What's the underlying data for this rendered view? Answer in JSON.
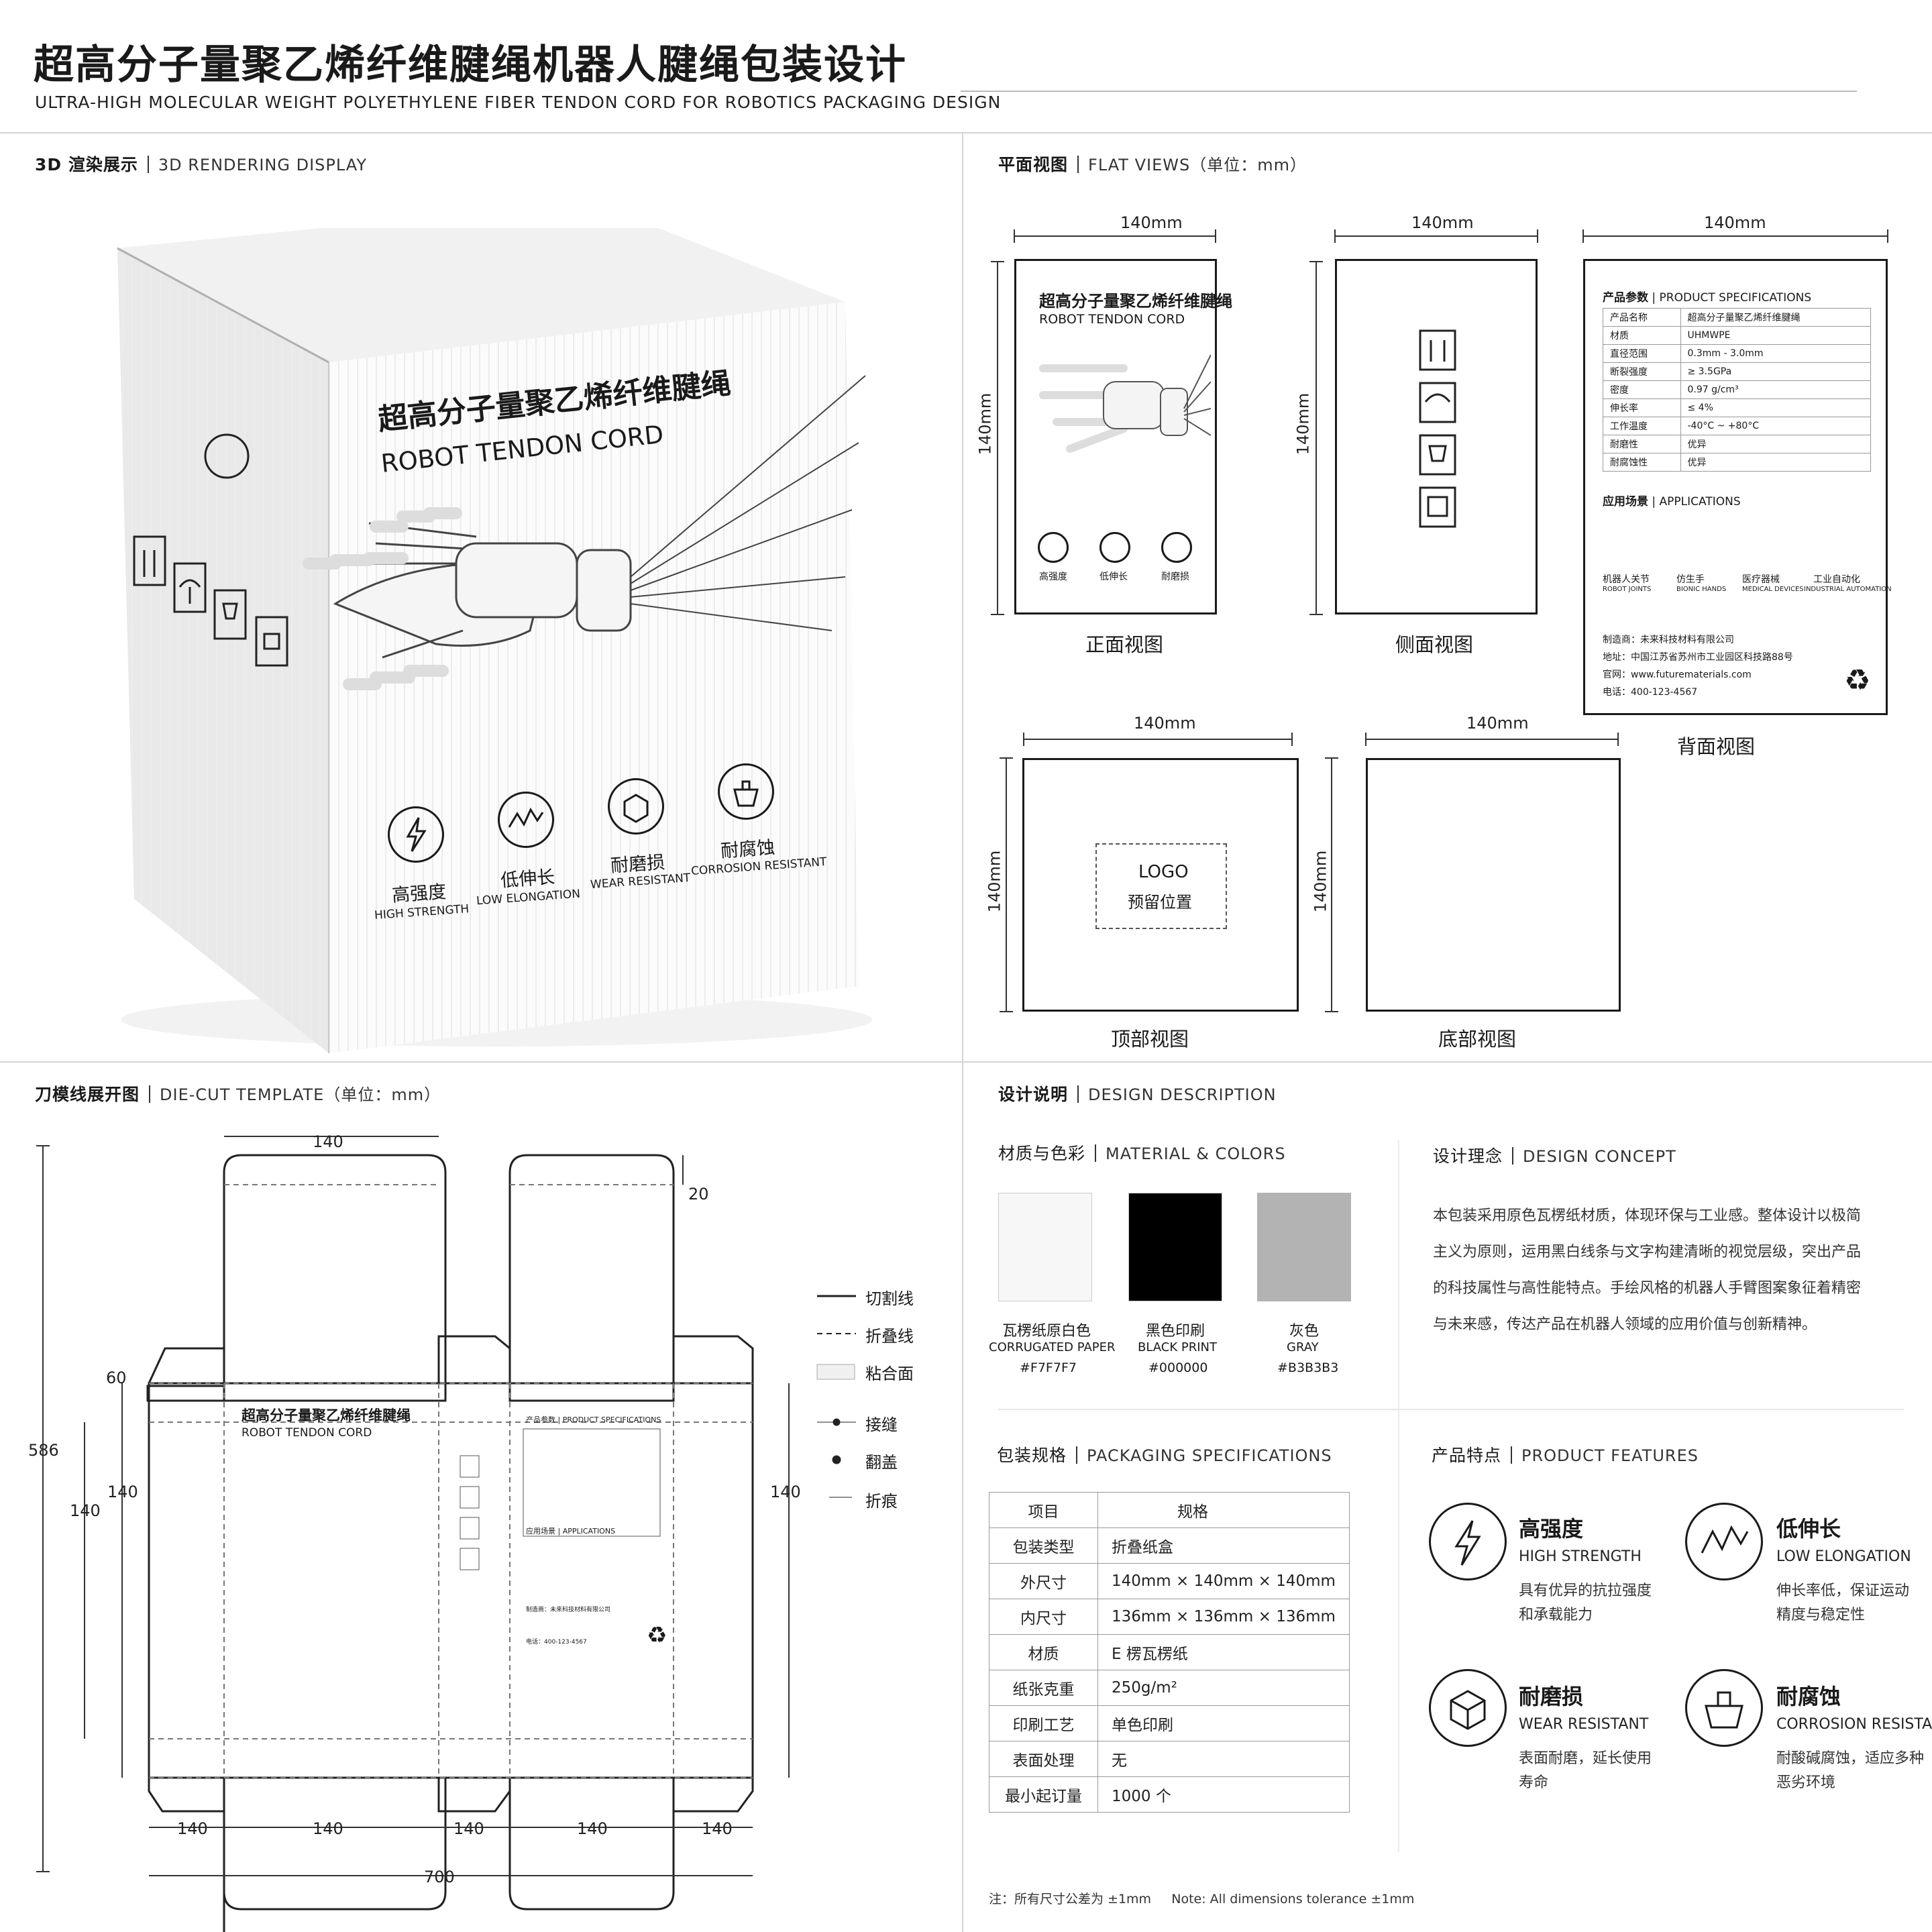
{
  "header": {
    "title": "超高分子量聚乙烯纤维腱绳机器人腱绳包装设计",
    "subtitle": "ULTRA-HIGH MOLECULAR WEIGHT POLYETHYLENE FIBER TENDON CORD FOR ROBOTICS PACKAGING DESIGN"
  },
  "sections": {
    "render": {
      "cn": "3D 渲染展示",
      "en": "3D RENDERING DISPLAY"
    },
    "flat": {
      "cn": "平面视图",
      "en": "FLAT VIEWS（单位：mm）"
    },
    "diecut": {
      "cn": "刀模线展开图",
      "en": "DIE-CUT TEMPLATE（单位：mm）"
    },
    "design": {
      "cn": "设计说明",
      "en": "DESIGN DESCRIPTION"
    }
  },
  "box": {
    "title": "超高分子量聚乙烯纤维腱绳",
    "subtitle": "ROBOT TENDON CORD"
  },
  "features": [
    {
      "cn": "高强度",
      "en": "HIGH STRENGTH",
      "en_small": "HIGH STRENGTH",
      "desc1": "具有优异的抗拉强度",
      "desc2": "和承载能力"
    },
    {
      "cn": "低伸长",
      "en": "LOW ELONGATION",
      "en_small": "LOW ELONGATION",
      "desc1": "伸长率低，保证运动",
      "desc2": "精度与稳定性"
    },
    {
      "cn": "耐磨损",
      "en": "WEAR RESISTANT",
      "en_small": "WEAR RESISTANT",
      "desc1": "表面耐磨，延长使用",
      "desc2": "寿命"
    },
    {
      "cn": "耐腐蚀",
      "en": "CORROSION RESISTANT",
      "en_small": "CORROSION RESISTANT",
      "desc1": "耐酸碱腐蚀，适应多种",
      "desc2": "恶劣环境"
    }
  ],
  "flat_views": {
    "dim": "140mm",
    "front": "正面视图",
    "side": "侧面视图",
    "back": "背面视图",
    "top": "顶部视图",
    "bottom": "底部视图",
    "logo1": "LOGO",
    "logo2": "预留位置"
  },
  "back_panel": {
    "spec_title_cn": "产品参数",
    "spec_title_en": "PRODUCT SPECIFICATIONS",
    "spec_rows": [
      [
        "产品名称",
        "超高分子量聚乙烯纤维腱绳"
      ],
      [
        "材质",
        "UHMWPE"
      ],
      [
        "直径范围",
        "0.3mm - 3.0mm"
      ],
      [
        "断裂强度",
        "≥ 3.5GPa"
      ],
      [
        "密度",
        "0.97 g/cm³"
      ],
      [
        "伸长率",
        "≤ 4%"
      ],
      [
        "工作温度",
        "-40°C ~ +80°C"
      ],
      [
        "耐磨性",
        "优异"
      ],
      [
        "耐腐蚀性",
        "优异"
      ]
    ],
    "app_title_cn": "应用场景",
    "app_title_en": "APPLICATIONS",
    "apps": [
      {
        "cn": "机器人关节",
        "en": "ROBOT JOINTS"
      },
      {
        "cn": "仿生手",
        "en": "BIONIC HANDS"
      },
      {
        "cn": "医疗器械",
        "en": "MEDICAL DEVICES"
      },
      {
        "cn": "工业自动化",
        "en": "INDUSTRIAL AUTOMATION"
      }
    ],
    "maker": "制造商：未来科技材料有限公司",
    "address": "地址：中国江苏省苏州市工业园区科技路88号",
    "website": "官网：www.futurematerials.com",
    "phone": "电话：400-123-4567"
  },
  "diecut": {
    "dims": {
      "top_w": "140",
      "tab": "20",
      "h586": "586",
      "h140a": "140",
      "h140b": "140",
      "h140c": "140",
      "side60": "60",
      "w1": "140",
      "w2": "140",
      "w3": "140",
      "w4": "140",
      "w5": "140",
      "total": "700"
    },
    "legend": [
      {
        "label": "切割线"
      },
      {
        "label": "折叠线"
      },
      {
        "label": "粘合面"
      },
      {
        "label": "接缝"
      },
      {
        "label": "翻盖"
      },
      {
        "label": "折痕"
      }
    ]
  },
  "materials": {
    "title_cn": "材质与色彩",
    "title_en": "MATERIAL & COLORS",
    "swatches": [
      {
        "cn": "瓦楞纸原白色",
        "en": "CORRUGATED PAPER",
        "hex": "#F7F7F7",
        "color": "#F7F7F7"
      },
      {
        "cn": "黑色印刷",
        "en": "BLACK PRINT",
        "hex": "#000000",
        "color": "#000000"
      },
      {
        "cn": "灰色",
        "en": "GRAY",
        "hex": "#B3B3B3",
        "color": "#B3B3B3"
      }
    ]
  },
  "concept": {
    "title_cn": "设计理念",
    "title_en": "DESIGN CONCEPT",
    "lines": [
      "本包装采用原色瓦楞纸材质，体现环保与工业感。整体设计以极简",
      "主义为原则，运用黑白线条与文字构建清晰的视觉层级，突出产品",
      "的科技属性与高性能特点。手绘风格的机器人手臂图案象征着精密",
      "与未来感，传达产品在机器人领域的应用价值与创新精神。"
    ]
  },
  "packaging": {
    "title_cn": "包装规格",
    "title_en": "PACKAGING SPECIFICATIONS",
    "header": [
      "项目",
      "规格"
    ],
    "rows": [
      [
        "包装类型",
        "折叠纸盒"
      ],
      [
        "外尺寸",
        "140mm × 140mm × 140mm"
      ],
      [
        "内尺寸",
        "136mm × 136mm × 136mm"
      ],
      [
        "材质",
        "E 楞瓦楞纸"
      ],
      [
        "纸张克重",
        "250g/m²"
      ],
      [
        "印刷工艺",
        "单色印刷"
      ],
      [
        "表面处理",
        "无"
      ],
      [
        "最小起订量",
        "1000 个"
      ]
    ]
  },
  "product_features": {
    "title_cn": "产品特点",
    "title_en": "PRODUCT FEATURES"
  },
  "note": "注：所有尺寸公差为 ±1mm     Note: All dimensions tolerance ±1mm"
}
